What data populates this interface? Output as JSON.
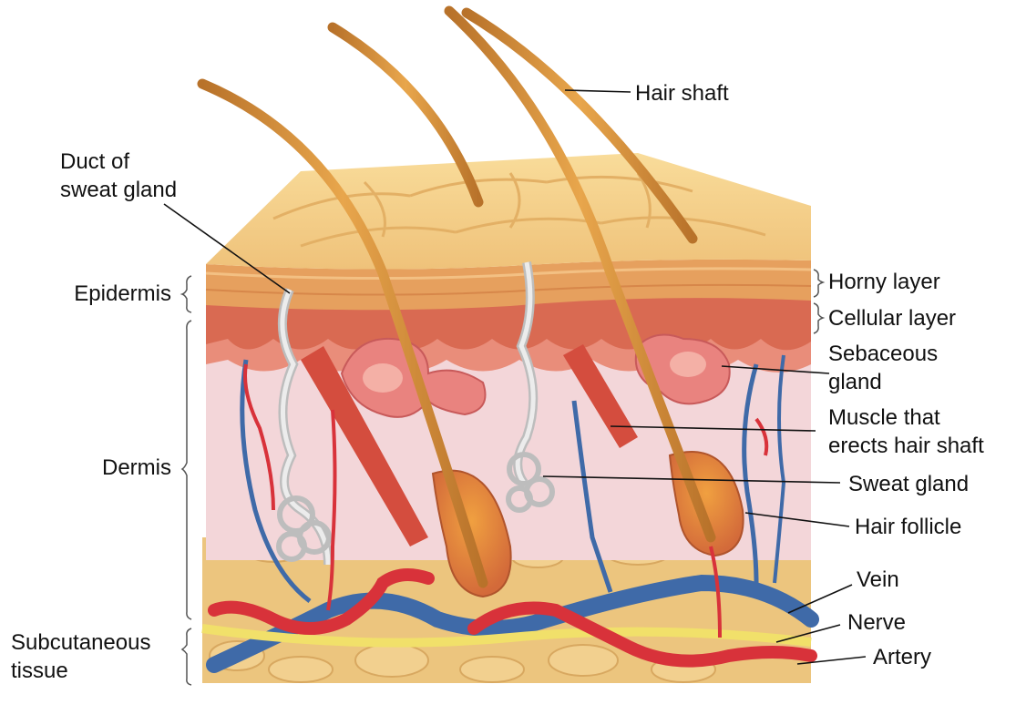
{
  "labels": {
    "hair_shaft": "Hair shaft",
    "duct_line1": "Duct of",
    "duct_line2": "sweat gland",
    "epidermis": "Epidermis",
    "dermis": "Dermis",
    "subcutaneous_line1": "Subcutaneous",
    "subcutaneous_line2": "tissue",
    "horny_layer": "Horny layer",
    "cellular_layer": "Cellular layer",
    "sebaceous_line1": "Sebaceous",
    "sebaceous_line2": "gland",
    "muscle_line1": "Muscle that",
    "muscle_line2": "erects hair shaft",
    "sweat_gland": "Sweat gland",
    "hair_follicle": "Hair follicle",
    "vein": "Vein",
    "nerve": "Nerve",
    "artery": "Artery"
  },
  "colors": {
    "surface": "#f6d489",
    "horny": "#e6a05e",
    "cellular": "#d96a52",
    "dermis": "#f3d6d9",
    "fat": "#ecc57e",
    "hair": "#cf8a35",
    "artery": "#d8323a",
    "vein": "#3f6aa8",
    "nerve": "#f1e06a",
    "sweat_gland": "#c9c9c9"
  }
}
